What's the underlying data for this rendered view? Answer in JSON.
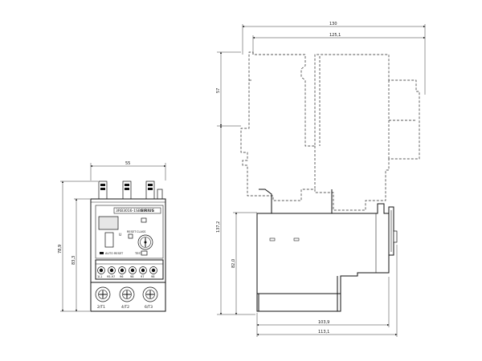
{
  "front_view": {
    "dimensions": {
      "width": "55",
      "height_total": "78,9",
      "height_body": "83,3"
    },
    "device_label": "3RB3016-1SB0",
    "brand_label": "SIRIUS",
    "button_labels": {
      "reset": "RESET",
      "class": "CLASS",
      "auto_reset": "AUTO RESET",
      "test": "TEST"
    },
    "upper_terminals": [
      "1L1",
      "95-97",
      "96",
      "98",
      "97",
      "98"
    ],
    "lower_terminals": [
      "2/T1",
      "4/T2",
      "6/T3"
    ]
  },
  "side_view": {
    "dimensions": {
      "width_total": "130",
      "width_upper": "125,1",
      "height_upper": "57",
      "height_total": "137,2",
      "height_lower": "82,0",
      "width_lower_1": "103,9",
      "width_lower_2": "113,1"
    }
  }
}
